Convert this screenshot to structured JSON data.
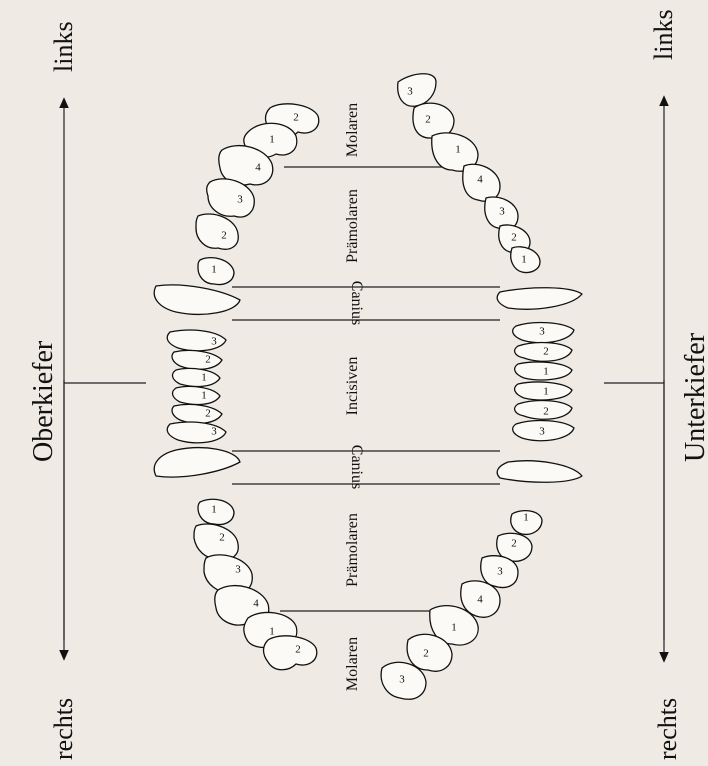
{
  "labels": {
    "upper_jaw": "Oberkiefer",
    "lower_jaw": "Unterkiefer",
    "left": "links",
    "right": "rechts",
    "molars": "Molaren",
    "premolars": "Prämolaren",
    "canine": "Canius",
    "incisors": "Incisiven"
  },
  "tooth_numbers": {
    "upper_left": [
      "2",
      "1",
      "4",
      "3",
      "2",
      "1"
    ],
    "upper_incisors": [
      "3",
      "2",
      "1",
      "1",
      "2",
      "3"
    ],
    "upper_right": [
      "1",
      "2",
      "3",
      "4",
      "1",
      "2"
    ],
    "lower_left": [
      "3",
      "2",
      "1",
      "4",
      "3",
      "2",
      "1"
    ],
    "lower_incisors": [
      "3",
      "2",
      "1",
      "1",
      "2",
      "3"
    ],
    "lower_right": [
      "1",
      "2",
      "3",
      "4",
      "1",
      "2",
      "3"
    ]
  },
  "colors": {
    "ink": "#111111",
    "paper": "#efeae3",
    "tooth_fill": "#fbfaf7"
  }
}
